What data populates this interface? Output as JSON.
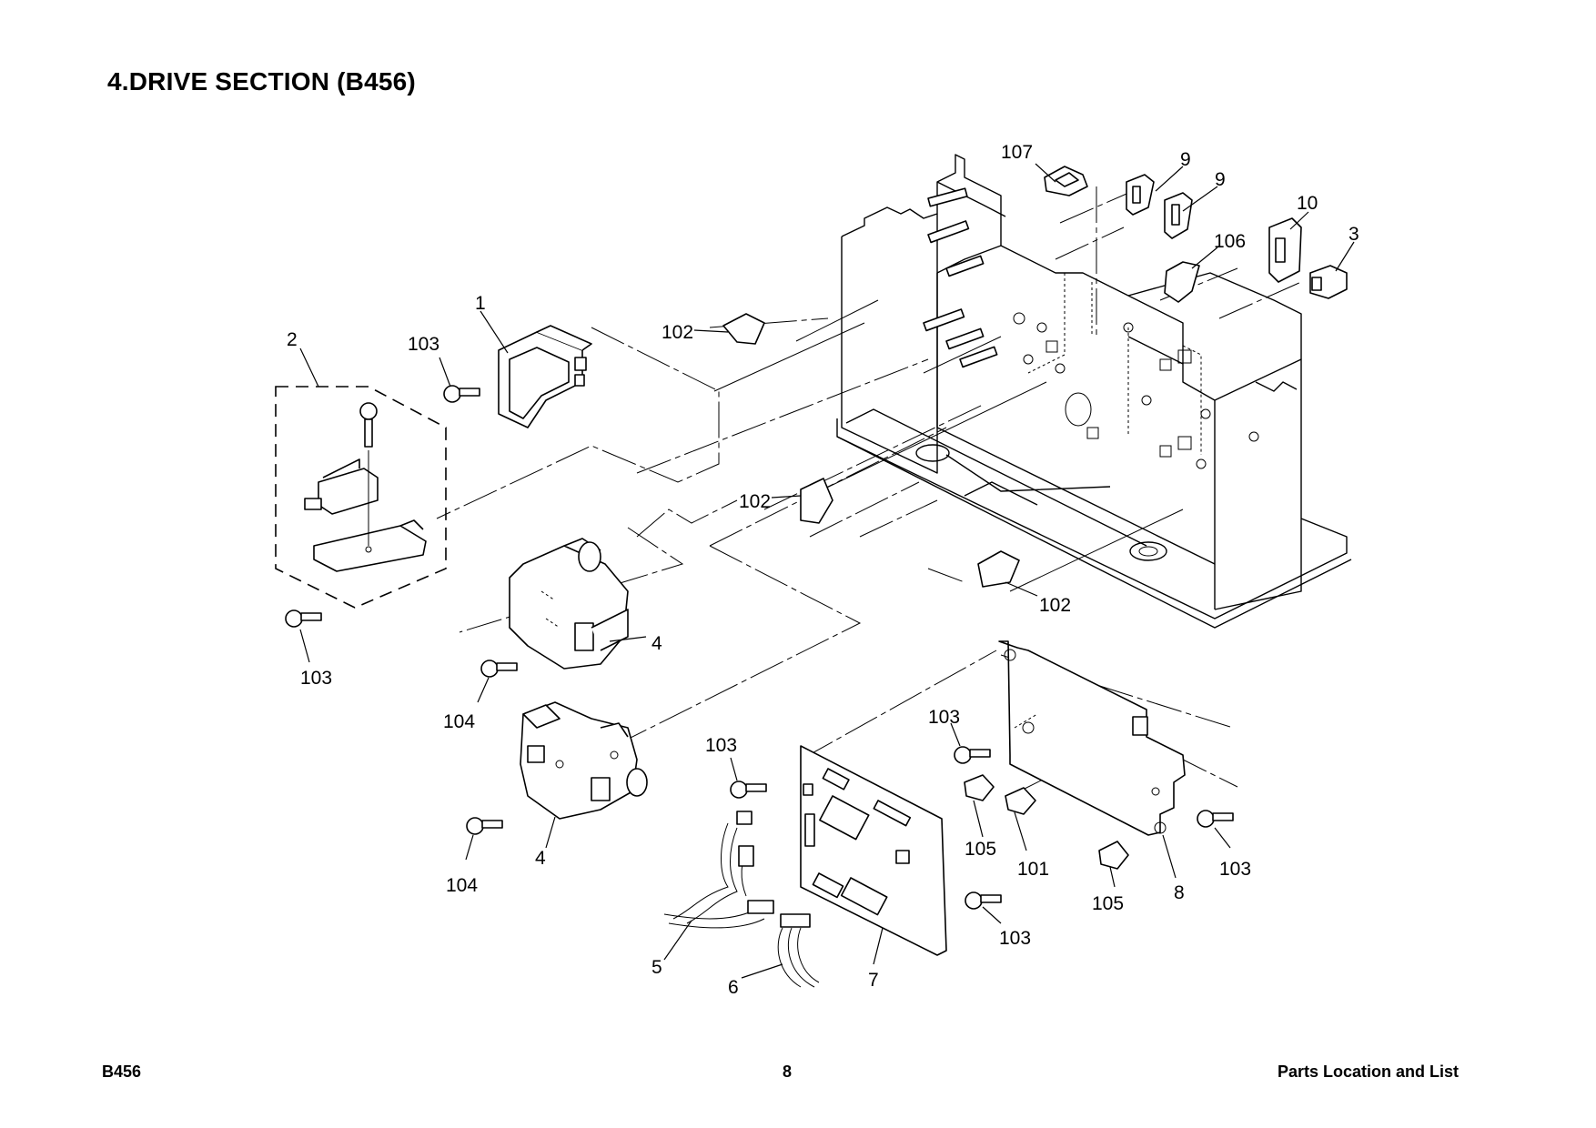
{
  "page": {
    "title": "4.DRIVE SECTION (B456)",
    "footer_left": "B456",
    "footer_center": "8",
    "footer_right": "Parts Location and List"
  },
  "callouts": {
    "c107": "107",
    "c9a": "9",
    "c9b": "9",
    "c10": "10",
    "c106": "106",
    "c3": "3",
    "c1": "1",
    "c2": "2",
    "c103_top": "103",
    "c102_top": "102",
    "c102_mid": "102",
    "c102_right": "102",
    "c103_left": "103",
    "c4_upper": "4",
    "c104_upper": "104",
    "c4_lower": "4",
    "c104_lower": "104",
    "c103_board": "103",
    "c103_bracket": "103",
    "c105_a": "105",
    "c101": "101",
    "c105_b": "105",
    "c8": "8",
    "c103_right": "103",
    "c103_bottom": "103",
    "c5": "5",
    "c6": "6",
    "c7": "7"
  }
}
